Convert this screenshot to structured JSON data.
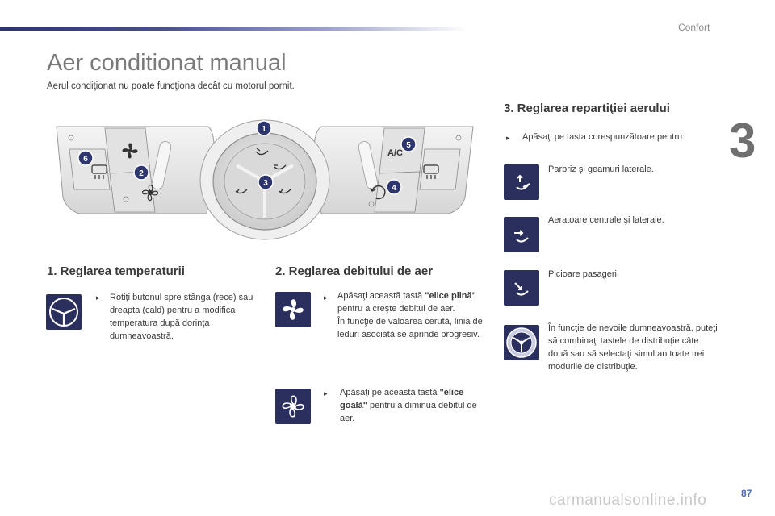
{
  "header": {
    "section": "Confort",
    "chapter": "3"
  },
  "page": {
    "title": "Aer conditionat manual",
    "subtitle": "Aerul condiţionat nu poate funcţiona decât cu motorul pornit."
  },
  "diagram": {
    "markers": [
      "1",
      "2",
      "3",
      "4",
      "5",
      "6"
    ],
    "ac_label": "A/C"
  },
  "section1": {
    "heading": "1. Reglarea temperaturii",
    "bullet": "Rotiţi butonul spre stânga (rece) sau dreapta (cald) pentru a modifica temperatura după dorinţa dumneavoastră.",
    "icon": "steering-dial-icon"
  },
  "section2": {
    "heading": "2. Reglarea debitului de aer",
    "item1_pre": "Apăsaţi această tastă ",
    "item1_bold": "\"elice plină\"",
    "item1_post": " pentru a creşte debitul de aer.",
    "item1_extra": "În funcţie de valoarea cerută, linia de leduri asociată se aprinde progresiv.",
    "item2_pre": "Apăsaţi pe această tastă ",
    "item2_bold": "\"elice goală\"",
    "item2_post": " pentru a diminua debitul de aer.",
    "icon1": "fan-filled-icon",
    "icon2": "fan-outline-icon"
  },
  "section3": {
    "heading": "3. Reglarea repartiţiei aerului",
    "bullet": "Apăsaţi pe tasta corespunzătoare pentru:",
    "options": [
      {
        "label": "Parbriz şi geamuri laterale.",
        "icon": "windshield-airflow-icon"
      },
      {
        "label": "Aeratoare centrale şi laterale.",
        "icon": "vent-airflow-icon"
      },
      {
        "label": "Picioare pasageri.",
        "icon": "footwell-airflow-icon"
      }
    ],
    "combo_text": "În funcţie de nevoile dumneavoastră, puteţi să combinaţi tastele de distribuţie câte două sau să selectaţi simultan toate trei modurile de distribuţie.",
    "combo_icon": "distribution-dial-icon"
  },
  "footer": {
    "page_number": "87",
    "watermark": "carmanualsonline.info"
  },
  "colors": {
    "accent": "#2b2f5e",
    "marker": "#2e3670",
    "title": "#7a7a7a"
  }
}
